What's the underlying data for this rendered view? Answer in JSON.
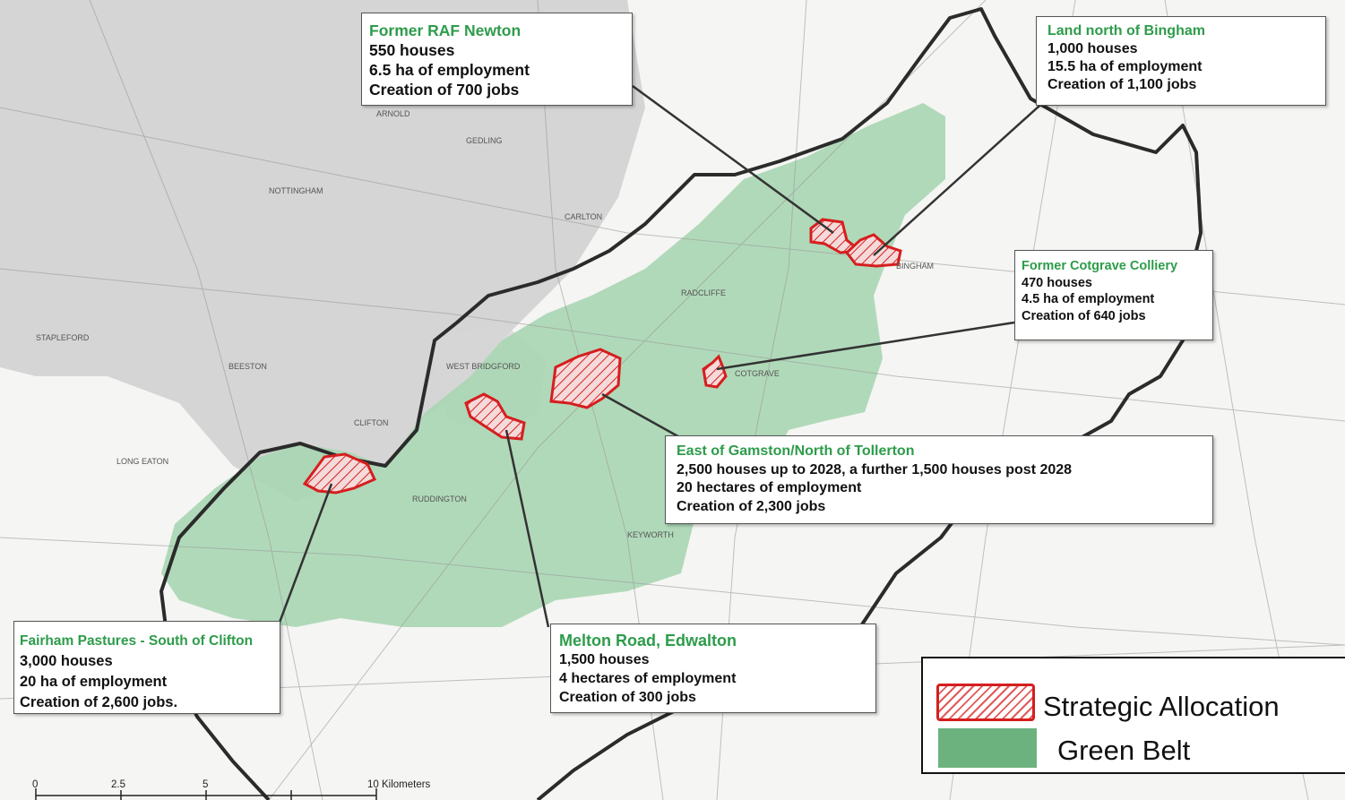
{
  "map": {
    "place_labels": [
      "NOTTINGHAM",
      "GEDLING",
      "BEESTON",
      "WEST BRIDGFORD",
      "CLIFTON",
      "RADCLIFFE",
      "BINGHAM",
      "COTGRAVE",
      "KEYWORTH",
      "RUDDINGTON",
      "LONG EATON",
      "CARLTON",
      "ARNOLD",
      "STAPLEFORD"
    ],
    "greenbelt_color": "#a8d6b2",
    "allocation_color": "#d61e1e",
    "boundary_color": "#2b2b2b"
  },
  "callouts": {
    "newton": {
      "title": "Former RAF Newton",
      "lines": [
        "550 houses",
        "6.5 ha of employment",
        "Creation of 700 jobs"
      ]
    },
    "bingham": {
      "title": "Land north of Bingham",
      "lines": [
        "1,000 houses",
        "15.5 ha of employment",
        "Creation of 1,100 jobs"
      ]
    },
    "cotgrave": {
      "title": "Former Cotgrave Colliery",
      "lines": [
        "470 houses",
        "4.5 ha of employment",
        "Creation of 640 jobs"
      ]
    },
    "gamston": {
      "title": "East of Gamston/North of Tollerton",
      "lines": [
        "2,500 houses up to 2028, a further 1,500 houses post 2028",
        "20 hectares of employment",
        "Creation of 2,300 jobs"
      ]
    },
    "fairham": {
      "title": "Fairham Pastures - South of Clifton",
      "lines": [
        "3,000 houses",
        "20 ha of employment",
        "Creation of 2,600 jobs."
      ]
    },
    "melton": {
      "title": "Melton Road, Edwalton",
      "lines": [
        "1,500 houses",
        "4 hectares of employment",
        "Creation of 300 jobs"
      ]
    }
  },
  "legend": {
    "items": [
      {
        "label": "Strategic Allocation",
        "color": "#d61e1e"
      },
      {
        "label": "Green Belt",
        "color": "#6bb27f"
      }
    ]
  },
  "scale_bar": {
    "ticks": [
      "0",
      "2.5",
      "5",
      "10 Kilometers"
    ]
  }
}
